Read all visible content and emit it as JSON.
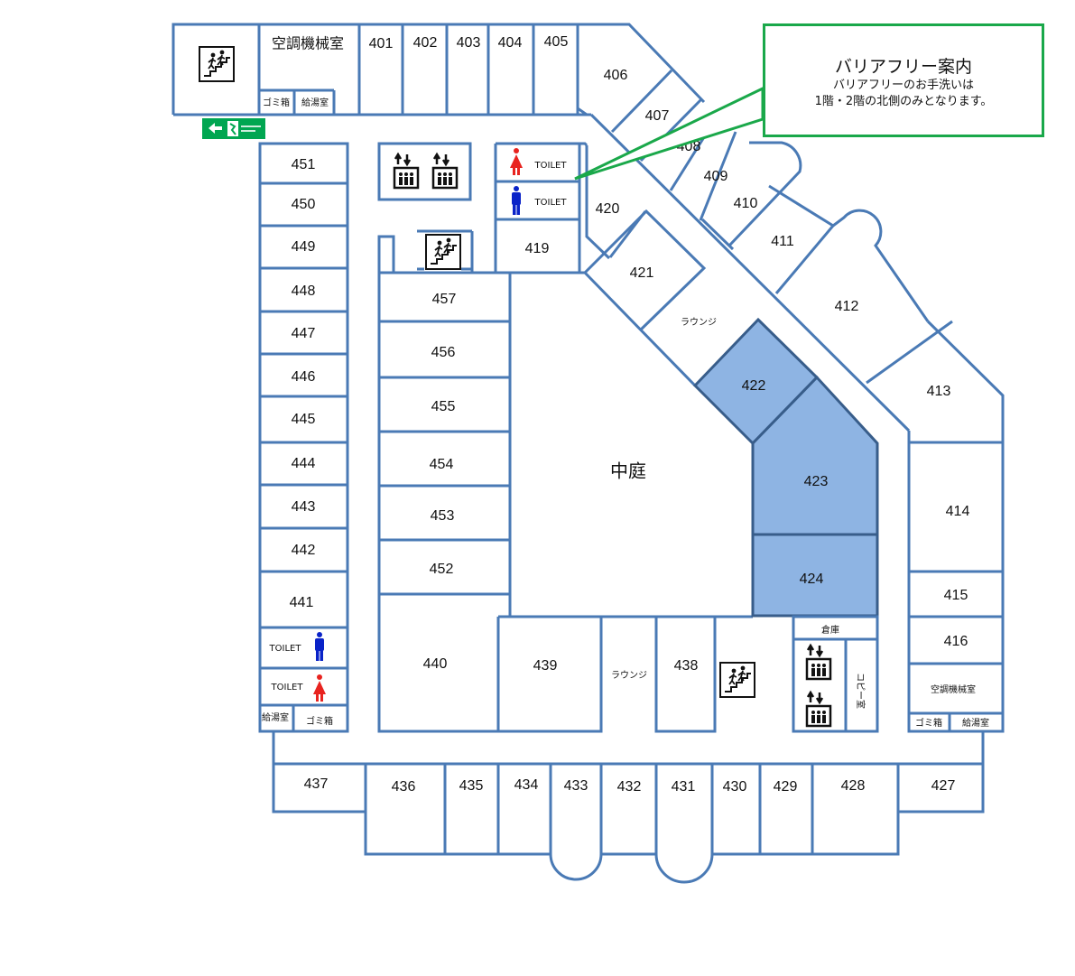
{
  "callout": {
    "title": "バリアフリー案内",
    "line1": "バリアフリーのお手洗いは",
    "line2": "1階・2階の北側のみとなります。"
  },
  "courtyard": "中庭",
  "rooms": {
    "r401": "401",
    "r402": "402",
    "r403": "403",
    "r404": "404",
    "r405": "405",
    "r406": "406",
    "r407": "407",
    "r408": "408",
    "r409": "409",
    "r410": "410",
    "r411": "411",
    "r412": "412",
    "r413": "413",
    "r414": "414",
    "r415": "415",
    "r416": "416",
    "r419": "419",
    "r420": "420",
    "r421": "421",
    "r422": "422",
    "r423": "423",
    "r424": "424",
    "r427": "427",
    "r428": "428",
    "r429": "429",
    "r430": "430",
    "r431": "431",
    "r432": "432",
    "r433": "433",
    "r434": "434",
    "r435": "435",
    "r436": "436",
    "r437": "437",
    "r438": "438",
    "r439": "439",
    "r440": "440",
    "r441": "441",
    "r442": "442",
    "r443": "443",
    "r444": "444",
    "r445": "445",
    "r446": "446",
    "r447": "447",
    "r448": "448",
    "r449": "449",
    "r450": "450",
    "r451": "451",
    "r452": "452",
    "r453": "453",
    "r454": "454",
    "r455": "455",
    "r456": "456",
    "r457": "457"
  },
  "labels": {
    "hvac_room": "空調機械室",
    "trash": "ゴミ箱",
    "kitchenette": "給湯室",
    "toilet": "TOILET",
    "lounge": "ラウンジ",
    "storage": "倉庫",
    "copy_room": "コピー室"
  },
  "colors": {
    "wall": "#4a7ab5",
    "highlight": "#8eb4e3",
    "callout_border": "#1aa84a",
    "exit_sign": "#00a651",
    "female": "#e8231f",
    "male": "#0a23c8"
  },
  "highlighted_rooms": [
    "422",
    "423",
    "424"
  ]
}
